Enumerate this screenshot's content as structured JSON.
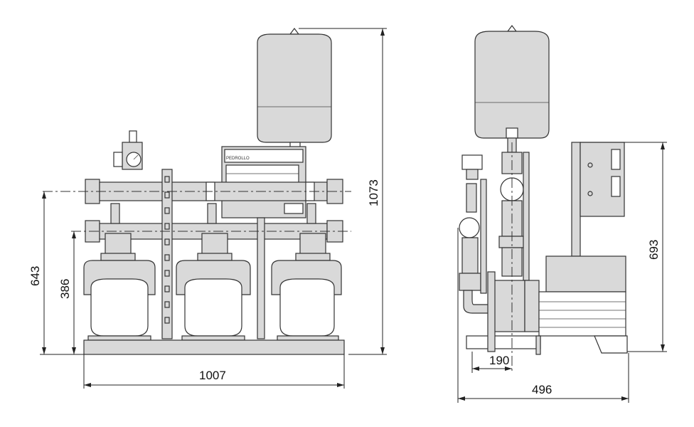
{
  "dimensions": {
    "front_width": "1007",
    "front_height_total": "1073",
    "front_height_discharge": "643",
    "front_height_suction": "386",
    "side_depth": "496",
    "side_offset": "190",
    "side_height": "693"
  },
  "labels": {
    "control_box_brand": "PEDROLLO"
  },
  "colors": {
    "line": "#333333",
    "fill_gray": "#d9d9d9",
    "background": "#ffffff"
  }
}
